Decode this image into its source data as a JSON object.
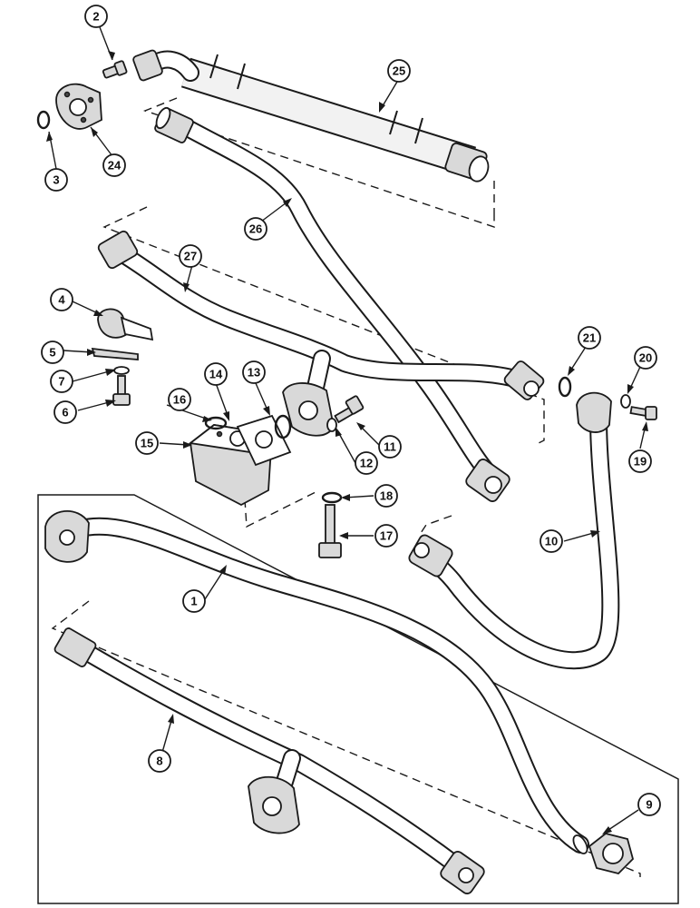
{
  "callouts": [
    {
      "id": "c1",
      "label": "1"
    },
    {
      "id": "c2",
      "label": "2"
    },
    {
      "id": "c3",
      "label": "3"
    },
    {
      "id": "c4",
      "label": "4"
    },
    {
      "id": "c5",
      "label": "5"
    },
    {
      "id": "c6",
      "label": "6"
    },
    {
      "id": "c7",
      "label": "7"
    },
    {
      "id": "c8",
      "label": "8"
    },
    {
      "id": "c9",
      "label": "9"
    },
    {
      "id": "c10",
      "label": "10"
    },
    {
      "id": "c11",
      "label": "11"
    },
    {
      "id": "c12",
      "label": "12"
    },
    {
      "id": "c13",
      "label": "13"
    },
    {
      "id": "c14",
      "label": "14"
    },
    {
      "id": "c15",
      "label": "15"
    },
    {
      "id": "c16",
      "label": "16"
    },
    {
      "id": "c17",
      "label": "17"
    },
    {
      "id": "c18",
      "label": "18"
    },
    {
      "id": "c19",
      "label": "19"
    },
    {
      "id": "c20",
      "label": "20"
    },
    {
      "id": "c21",
      "label": "21"
    },
    {
      "id": "c24",
      "label": "24"
    },
    {
      "id": "c25",
      "label": "25"
    },
    {
      "id": "c26",
      "label": "26"
    },
    {
      "id": "c27",
      "label": "27"
    }
  ]
}
